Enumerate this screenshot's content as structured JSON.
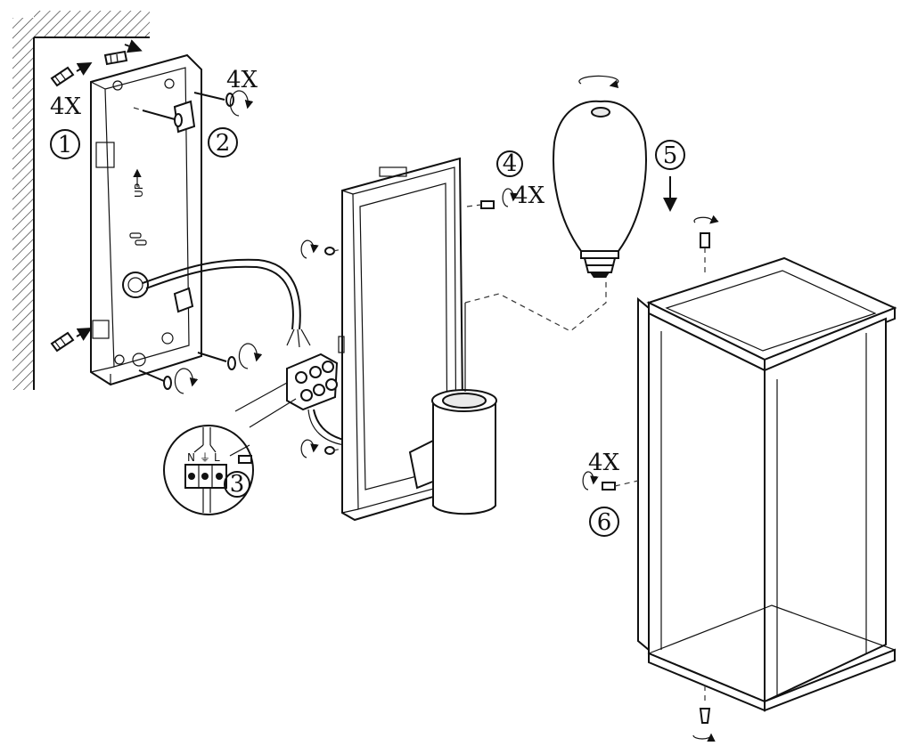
{
  "labels": {
    "qty_anchors": "4X",
    "qty_screws": "4X",
    "qty_set_screws": "4X",
    "qty_housing_screws": "4X",
    "terminal_n": "N",
    "terminal_l": "L",
    "up_marker": "UP"
  },
  "steps": [
    {
      "number": "①"
    },
    {
      "number": "②"
    },
    {
      "number": "③"
    },
    {
      "number": "④"
    },
    {
      "number": "⑤"
    },
    {
      "number": "⑥"
    }
  ]
}
